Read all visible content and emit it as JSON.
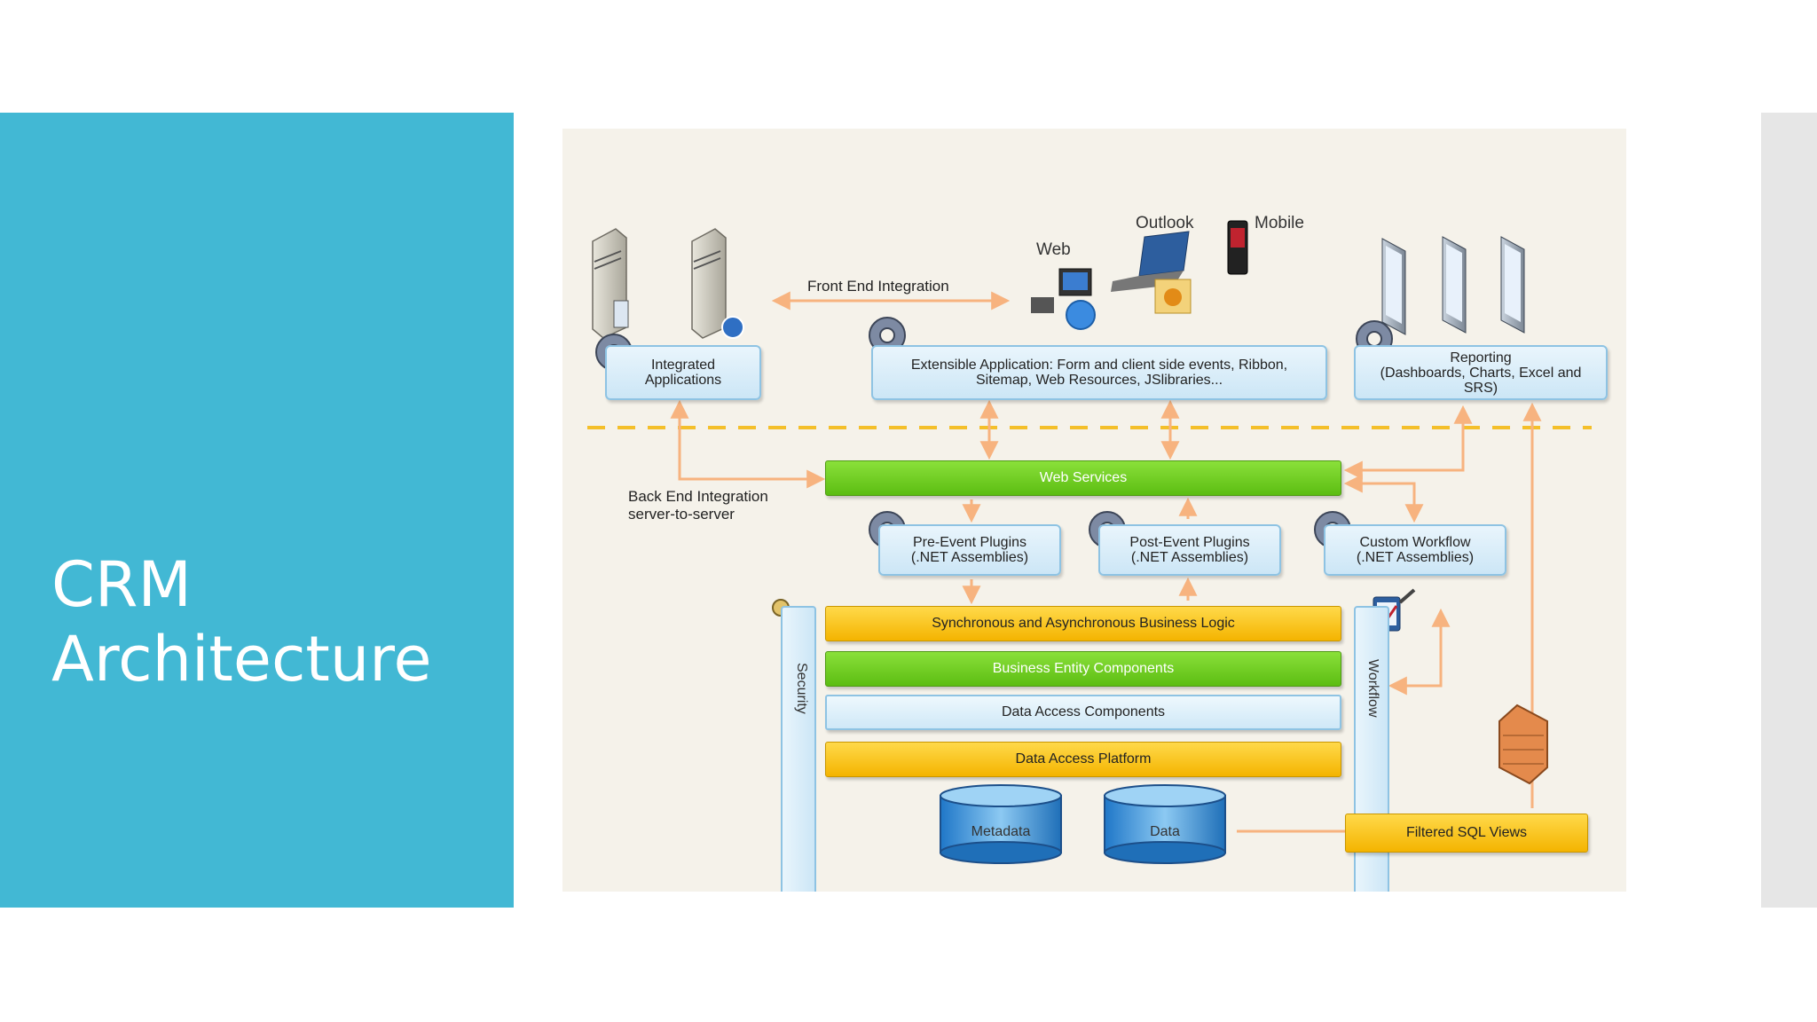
{
  "slide": {
    "title_line1": "CRM",
    "title_line2": "Architecture"
  },
  "colors": {
    "panel": "#42b8d4",
    "arrow": "#f7b37f",
    "green_bar": "#6cc61c",
    "yellow_bar": "#f6bd0e",
    "box_border": "#8ec3e3"
  },
  "diagram": {
    "front_end_integration": "Front End Integration",
    "back_end_line1": "Back End Integration",
    "back_end_line2": "server-to-server",
    "clients": {
      "web": "Web",
      "outlook": "Outlook",
      "mobile": "Mobile"
    },
    "integrated_line1": "Integrated",
    "integrated_line2": "Applications",
    "extensible_line1": "Extensible Application:  Form and client side events, Ribbon,",
    "extensible_line2": "Sitemap, Web Resources, JSlibraries...",
    "reporting_line1": "Reporting",
    "reporting_line2": "(Dashboards, Charts, Excel and",
    "reporting_line3": "SRS)",
    "web_services": "Web Services",
    "pre_event_line1": "Pre-Event Plugins",
    "pre_event_line2": "(.NET Assemblies)",
    "post_event_line1": "Post-Event Plugins",
    "post_event_line2": "(.NET Assemblies)",
    "custom_workflow_line1": "Custom Workflow",
    "custom_workflow_line2": "(.NET Assemblies)",
    "business_logic": "Synchronous and Asynchronous Business Logic",
    "business_entity": "Business Entity Components",
    "data_access_components": "Data Access Components",
    "data_access_platform": "Data Access Platform",
    "security": "Security",
    "workflow": "Workflow",
    "metadata": "Metadata",
    "data": "Data",
    "filtered_sql_views": "Filtered SQL Views"
  }
}
